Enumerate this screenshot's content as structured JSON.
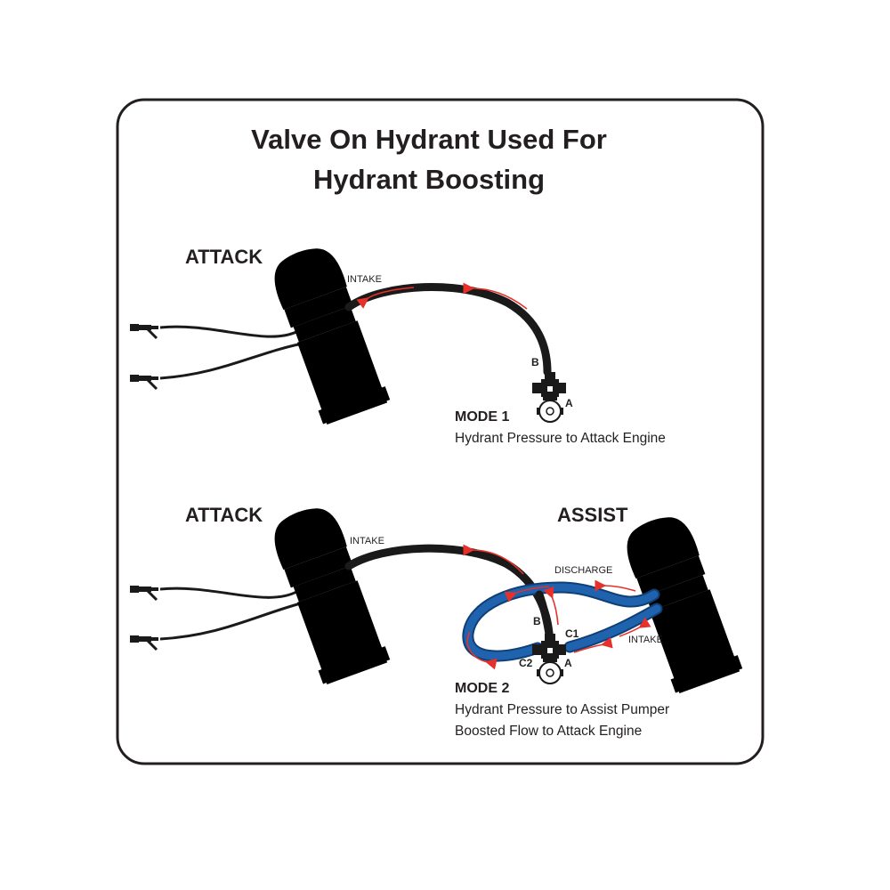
{
  "title": {
    "line1": "Valve On Hydrant Used For",
    "line2": "Hydrant Boosting"
  },
  "colors": {
    "hose": "#1a1a1a",
    "assist_hose": "#1f63ae",
    "flow_arrow": "#e8302a",
    "frame": "#231f20"
  },
  "mode1": {
    "attack_label": "ATTACK",
    "intake_label": "INTAKE",
    "port_b": "B",
    "port_a": "A",
    "mode_title": "MODE 1",
    "description": "Hydrant Pressure to Attack Engine"
  },
  "mode2": {
    "attack_label": "ATTACK",
    "assist_label": "ASSIST",
    "intake_label": "INTAKE",
    "discharge_label": "DISCHARGE",
    "assist_intake_label": "INTAKE",
    "port_b": "B",
    "port_c1": "C1",
    "port_c2": "C2",
    "port_a": "A",
    "mode_title": "MODE 2",
    "description_line1": "Hydrant Pressure to Assist Pumper",
    "description_line2": "Boosted Flow to Attack Engine"
  }
}
